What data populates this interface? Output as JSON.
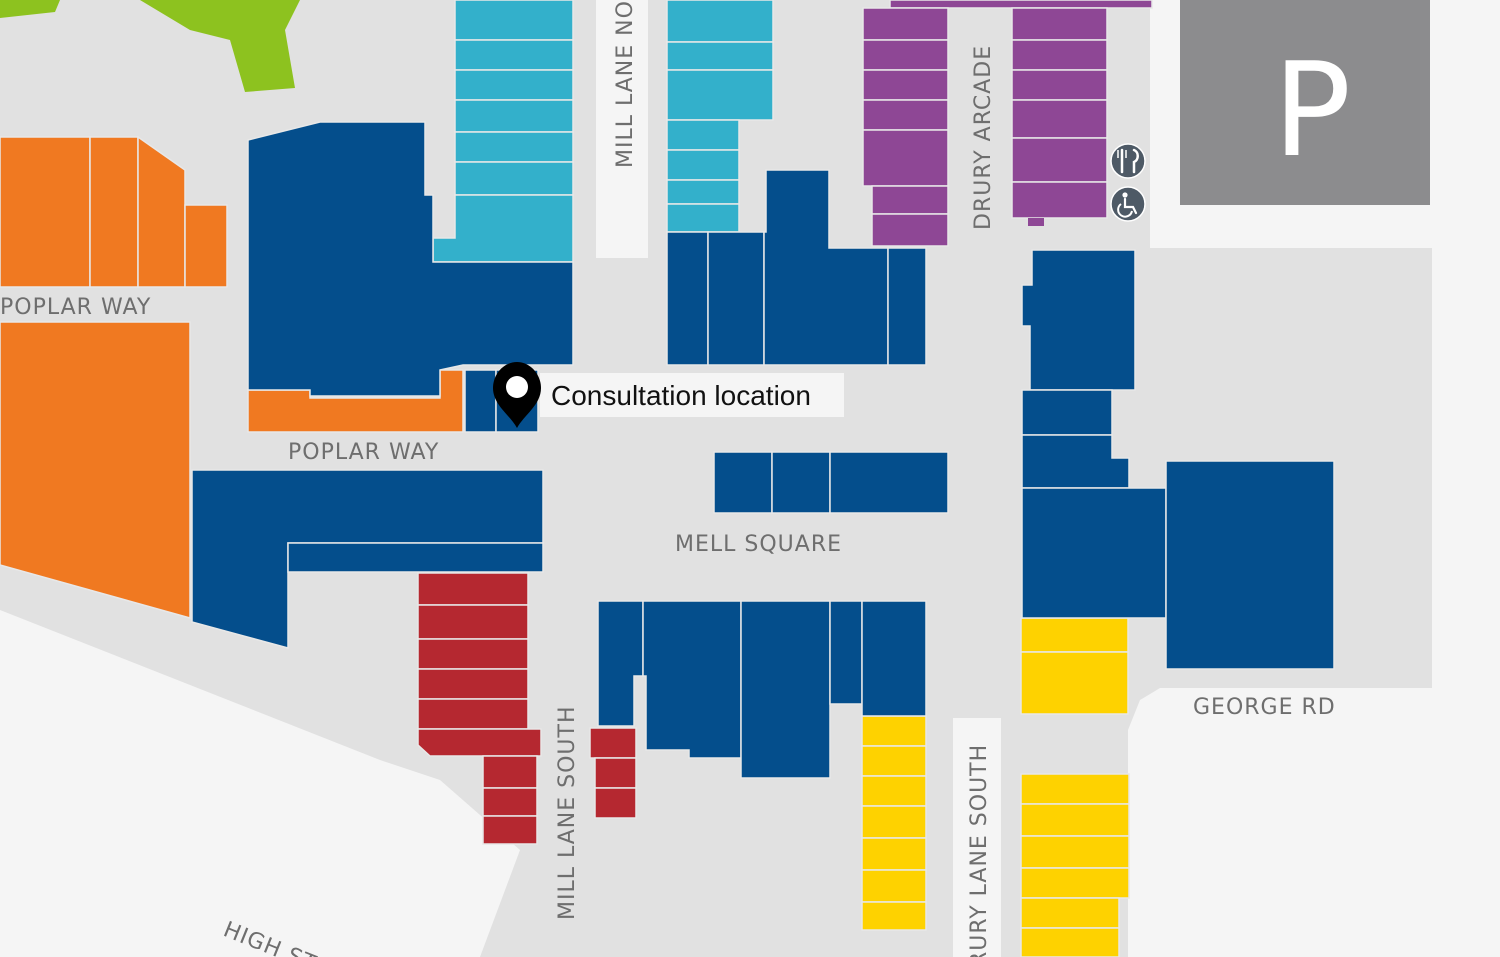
{
  "map": {
    "streets": {
      "poplar_way_upper": "POPLAR WAY",
      "poplar_way_lower": "POPLAR WAY",
      "mill_lane_north": "MILL LANE NO",
      "drury_arcade": "DRURY ARCADE",
      "mell_square": "MELL SQUARE",
      "mill_lane_south": "MILL LANE SOUTH",
      "drury_lane_south": "DRURY LANE SOUTH",
      "george_rd": "GEORGE RD",
      "high_st": "HIGH ST"
    },
    "parking": {
      "letter": "P",
      "color": "#8c8c8e"
    },
    "marker": {
      "label": "Consultation location",
      "icon": "map-pin-icon"
    },
    "amenities": [
      {
        "icon": "restaurant-icon"
      },
      {
        "icon": "wheelchair-icon"
      }
    ],
    "colors": {
      "navy": "#044e8c",
      "cyan": "#33b0cb",
      "orange": "#f07921",
      "purple": "#8e4795",
      "red": "#b52830",
      "yellow": "#fed200",
      "green": "#8dc21f",
      "plaza": "#e1e1e1",
      "road": "#f5f5f5"
    }
  }
}
